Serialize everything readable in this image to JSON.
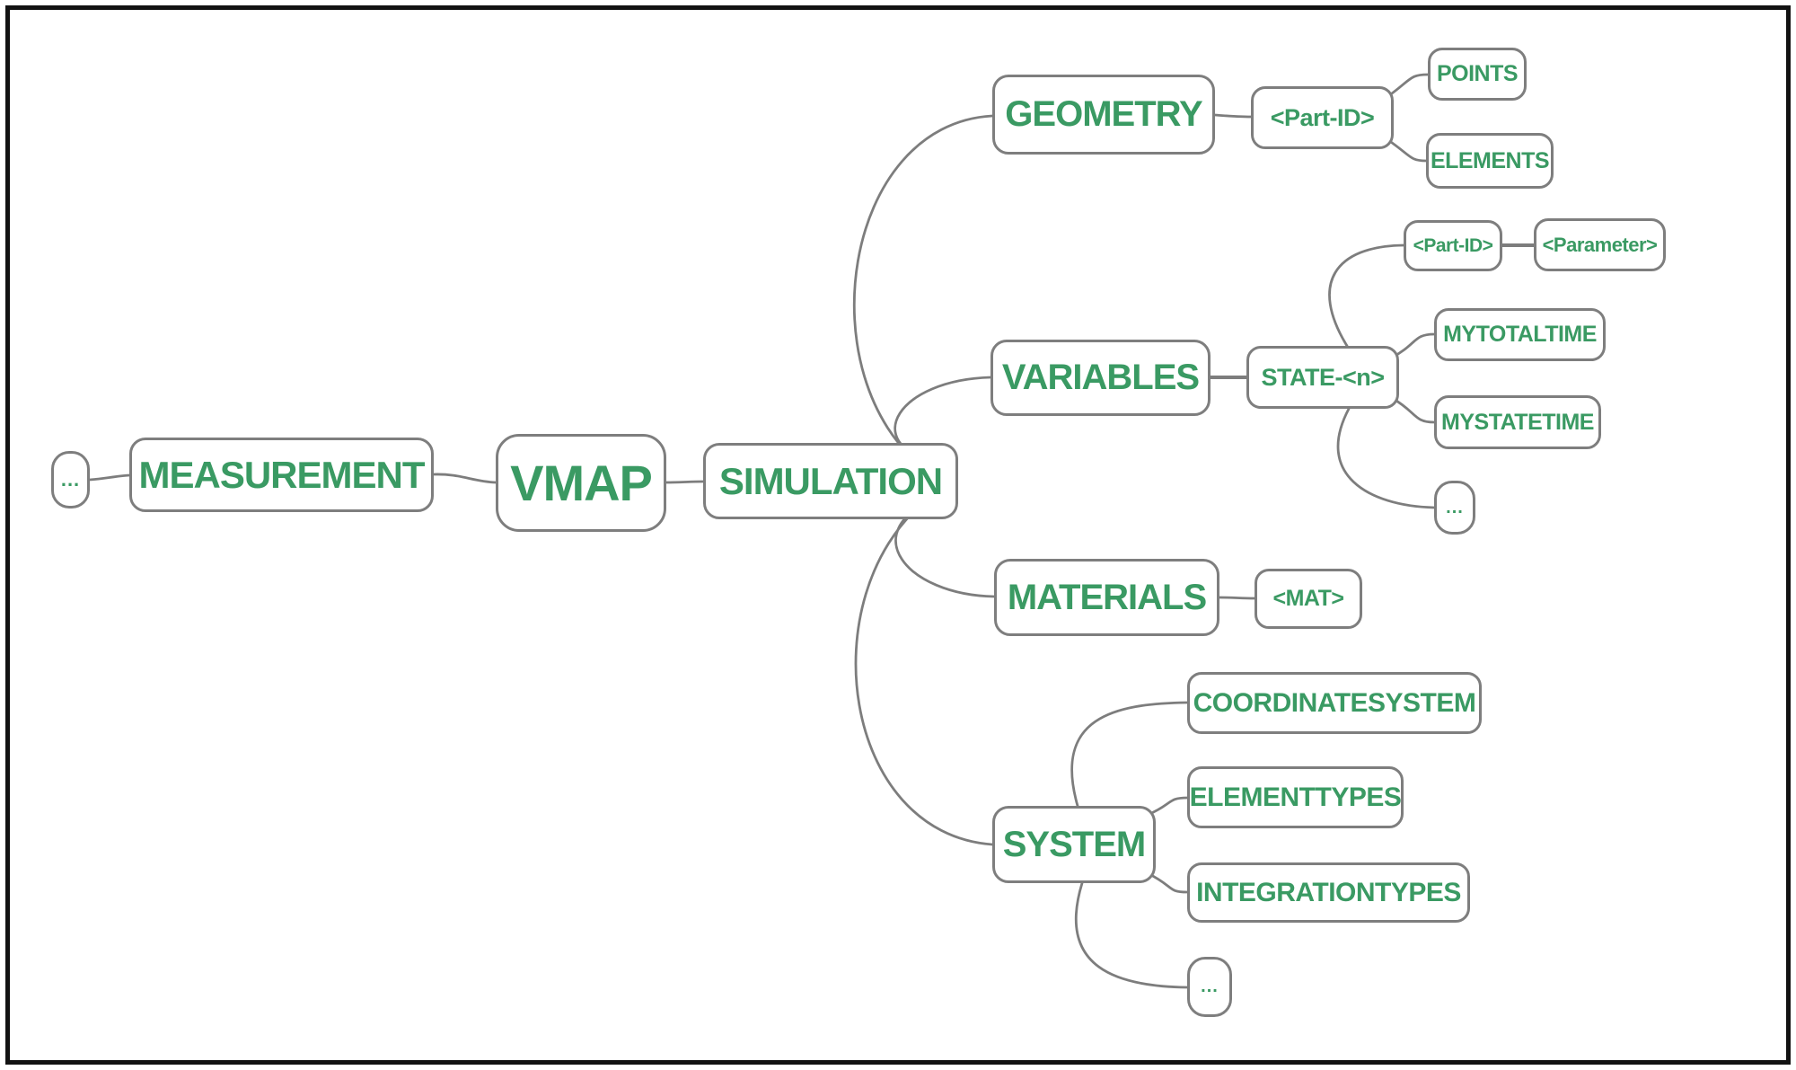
{
  "diagram": {
    "title": "VMAP file structure mind map",
    "type": "mindmap",
    "background_color": "#ffffff",
    "frame_color": "#121212",
    "node_fill_color": "#ffffff",
    "node_border_color": "#7e7e7e",
    "edge_color": "#7d7d7d",
    "text_color": "#3a9a63",
    "nodes": {
      "left_ellipsis": "...",
      "measurement": "MEASUREMENT",
      "vmap": "VMAP",
      "simulation": "SIMULATION",
      "geometry": "GEOMETRY",
      "geometry_part_id": "<Part-ID>",
      "points": "POINTS",
      "elements": "ELEMENTS",
      "variables": "VARIABLES",
      "state_n": "STATE-<n>",
      "variables_part_id": "<Part-ID>",
      "parameter": "<Parameter>",
      "mytotaltime": "MYTOTALTIME",
      "mystatetime": "MYSTATETIME",
      "variables_ellipsis": "...",
      "materials": "MATERIALS",
      "mat": "<MAT>",
      "system": "SYSTEM",
      "coordinatesystem": "COORDINATESYSTEM",
      "elementtypes": "ELEMENTTYPES",
      "integrationtypes": "INTEGRATIONTYPES",
      "system_ellipsis": "..."
    },
    "tree": {
      "root": "VMAP",
      "left_branch": [
        {
          "label": "MEASUREMENT",
          "children": [
            {
              "label": "..."
            }
          ]
        }
      ],
      "right_branch": [
        {
          "label": "SIMULATION",
          "children": [
            {
              "label": "GEOMETRY",
              "children": [
                {
                  "label": "<Part-ID>",
                  "children": [
                    {
                      "label": "POINTS"
                    },
                    {
                      "label": "ELEMENTS"
                    }
                  ]
                }
              ]
            },
            {
              "label": "VARIABLES",
              "children": [
                {
                  "label": "STATE-<n>",
                  "children": [
                    {
                      "label": "<Part-ID>",
                      "children": [
                        {
                          "label": "<Parameter>"
                        }
                      ]
                    },
                    {
                      "label": "MYTOTALTIME"
                    },
                    {
                      "label": "MYSTATETIME"
                    },
                    {
                      "label": "..."
                    }
                  ]
                }
              ]
            },
            {
              "label": "MATERIALS",
              "children": [
                {
                  "label": "<MAT>"
                }
              ]
            },
            {
              "label": "SYSTEM",
              "children": [
                {
                  "label": "COORDINATESYSTEM"
                },
                {
                  "label": "ELEMENTTYPES"
                },
                {
                  "label": "INTEGRATIONTYPES"
                },
                {
                  "label": "..."
                }
              ]
            }
          ]
        }
      ]
    }
  }
}
